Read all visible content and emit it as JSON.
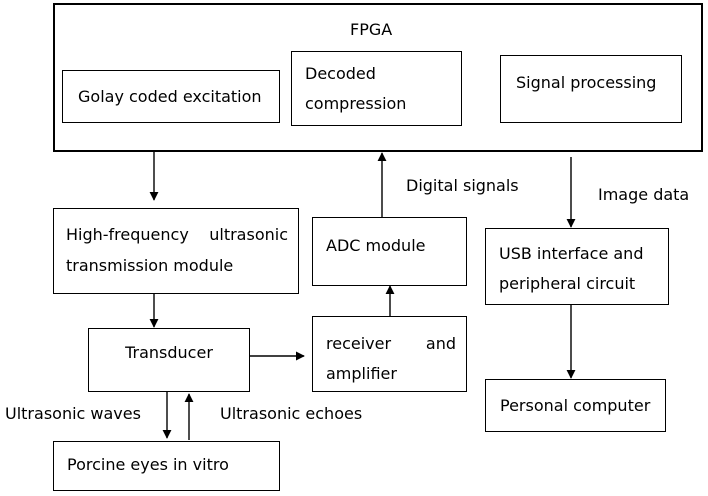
{
  "nodes": {
    "fpga": "FPGA",
    "golay": "Golay coded excitation",
    "decoded_1": "Decoded",
    "decoded_2": "compression",
    "signal_processing": "Signal processing",
    "hf_tx_1": "High-frequency ultrasonic",
    "hf_tx_2": "transmission module",
    "adc": "ADC module",
    "usb_1": "USB interface and",
    "usb_2": "peripheral circuit",
    "transducer": "Transducer",
    "receiver_1": "receiver and",
    "receiver_2": "amplifier",
    "personal_computer": "Personal computer",
    "porcine": "Porcine eyes in vitro"
  },
  "edge_labels": {
    "digital_signals": "Digital signals",
    "image_data": "Image data",
    "ultrasonic_waves": "Ultrasonic waves",
    "ultrasonic_echoes": "Ultrasonic echoes"
  }
}
